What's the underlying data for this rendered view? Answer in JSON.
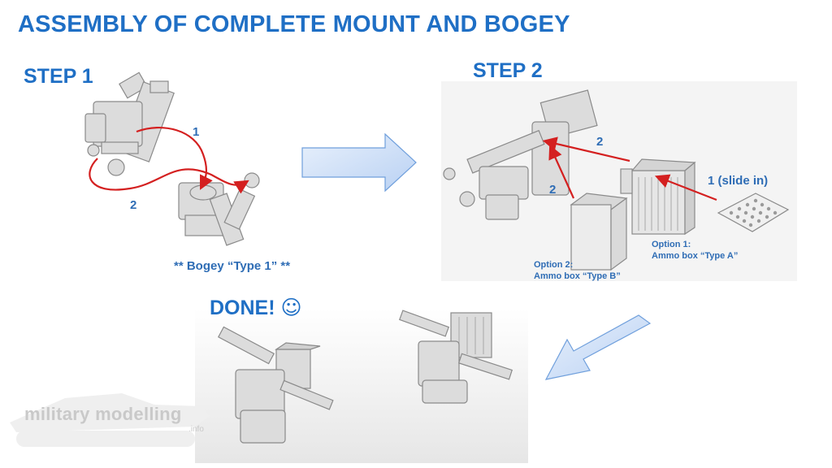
{
  "title": "ASSEMBLY OF COMPLETE MOUNT AND BOGEY",
  "step1": {
    "label": "STEP 1",
    "arrow1_label": "1",
    "arrow2_label": "2",
    "caption": "** Bogey “Type 1” **"
  },
  "step2": {
    "label": "STEP 2",
    "arrow_a_label": "2",
    "arrow_b_label": "2",
    "slide_label": "1 (slide in)",
    "option1_line1": "Option 1:",
    "option1_line2": "Ammo box “Type A”",
    "option2_line1": "Option 2:",
    "option2_line2": "Ammo box “Type B”"
  },
  "done": {
    "label": "DONE!",
    "smiley": "☺"
  },
  "watermark": {
    "text": "military modelling",
    "sub": ".info"
  },
  "colors": {
    "title_blue": "#1f6fc5",
    "label_blue": "#2f6db5",
    "red_arrow": "#d42020",
    "flow_arrow_fill": "#cfe0f7",
    "flow_arrow_stroke": "#6f9fdc"
  }
}
